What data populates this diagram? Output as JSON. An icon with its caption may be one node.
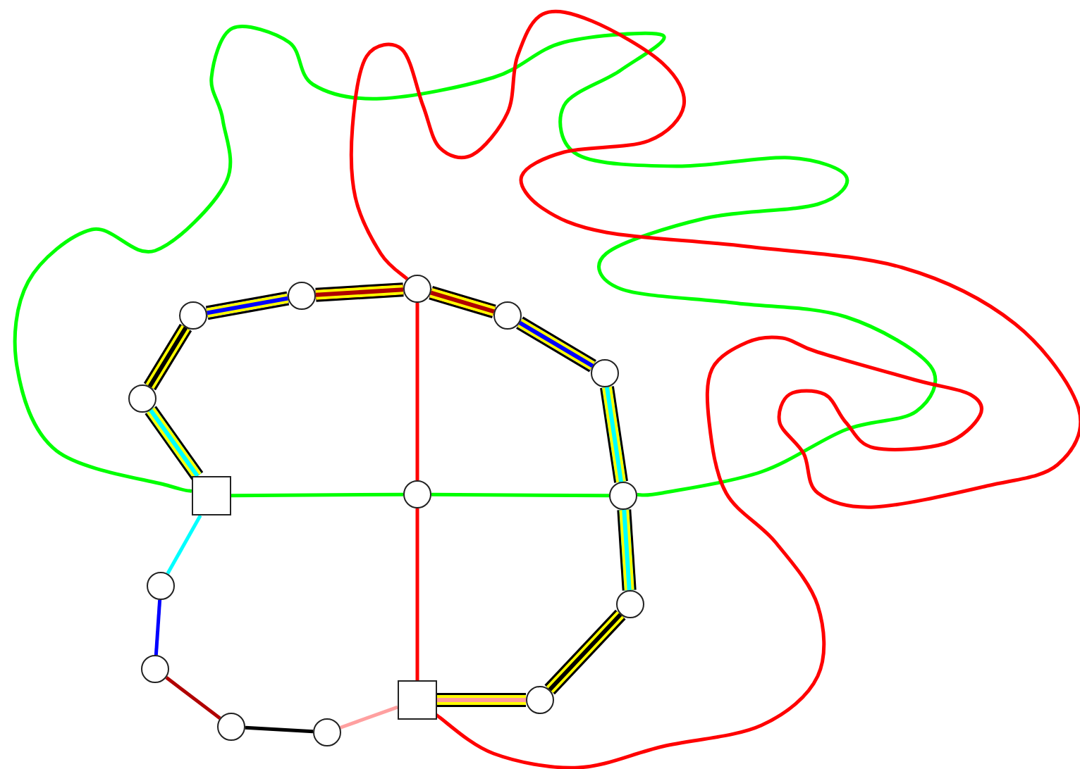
{
  "diagram": {
    "nodes": [
      {
        "text": [],
        "shape": "box"
      },
      {
        "text": [],
        "shape": "circle"
      },
      {
        "text": [],
        "shape": "circle"
      },
      {
        "text": [],
        "shape": "circle"
      },
      {
        "text": [],
        "shape": "circle"
      },
      {
        "text": [],
        "shape": "circle"
      },
      {
        "text": [],
        "shape": "circle"
      },
      {
        "text": [],
        "shape": "circle"
      },
      {
        "text": [],
        "shape": "circle"
      },
      {
        "text": [],
        "shape": "circle"
      },
      {
        "text": [],
        "shape": "box"
      },
      {
        "text": [],
        "shape": "circle"
      },
      {
        "text": [],
        "shape": "circle"
      },
      {
        "text": [],
        "shape": "circle"
      },
      {
        "text": [],
        "shape": "circle"
      },
      {
        "text": [],
        "shape": "circle"
      }
    ],
    "edges": [
      {
        "from": 0,
        "to": 1,
        "arrow": "none",
        "style": "thick",
        "color": "#00ffff"
      },
      {
        "from": 1,
        "to": 2,
        "arrow": "none",
        "style": "thick",
        "color": "#000000"
      },
      {
        "from": 2,
        "to": 3,
        "arrow": "none",
        "style": "thick",
        "color": "#0000ff"
      },
      {
        "from": 3,
        "to": 4,
        "arrow": "none",
        "style": "thick",
        "color": "#b00000"
      },
      {
        "from": 4,
        "to": 5,
        "arrow": "none",
        "style": "thick",
        "color": "#b00000"
      },
      {
        "from": 5,
        "to": 6,
        "arrow": "none",
        "style": "thick",
        "color": "#0000ff"
      },
      {
        "from": 6,
        "to": 7,
        "arrow": "none",
        "style": "thick",
        "color": "#00ffff"
      },
      {
        "from": 7,
        "to": 8,
        "arrow": "none",
        "style": "thick",
        "color": "#00ffff"
      },
      {
        "from": 8,
        "to": 9,
        "arrow": "none",
        "style": "thick",
        "color": "#000000"
      },
      {
        "from": 9,
        "to": 10,
        "arrow": "none",
        "style": "thick",
        "color": "#ff9999"
      },
      {
        "from": 0,
        "to": 11,
        "arrow": "none",
        "color": "#00ff00"
      },
      {
        "from": 11,
        "to": 7,
        "arrow": "none",
        "color": "#00ff00"
      },
      {
        "from": 4,
        "to": 11,
        "arrow": "none",
        "color": "#ff0000"
      },
      {
        "from": 11,
        "to": 10,
        "arrow": "none",
        "color": "#ff0000"
      },
      {
        "from": 0,
        "to": 12,
        "arrow": "none",
        "color": "#00ffff"
      },
      {
        "from": 12,
        "to": 13,
        "arrow": "none",
        "color": "#0000ff"
      },
      {
        "from": 13,
        "to": 14,
        "arrow": "none",
        "color": "#b00000"
      },
      {
        "from": 14,
        "to": 15,
        "arrow": "none",
        "color": "#000000"
      },
      {
        "from": 15,
        "to": 10,
        "arrow": "none",
        "color": "#ffa0a0"
      },
      {
        "from": 0,
        "to": 7,
        "arrow": "none",
        "color": "#00ff00"
      },
      {
        "from": 4,
        "to": 10,
        "arrow": "none",
        "color": "#ff0000"
      }
    ]
  }
}
